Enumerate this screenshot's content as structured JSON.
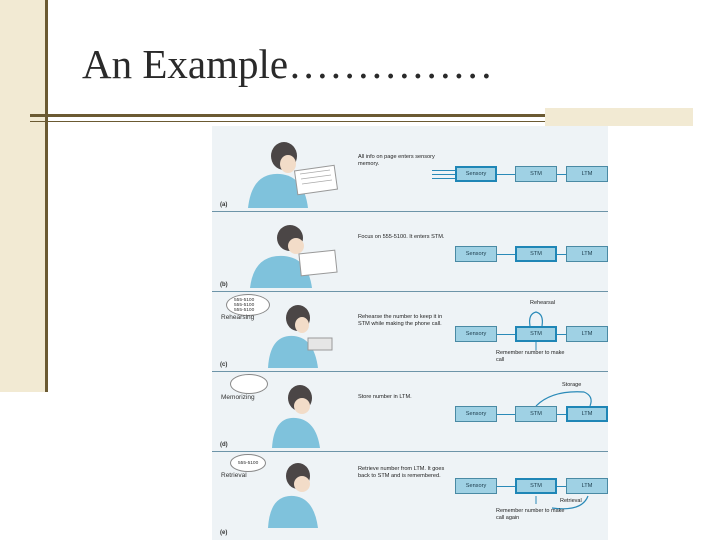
{
  "slide": {
    "title": "An Example……………"
  },
  "boxes": {
    "sensory": "Sensory",
    "stm": "STM",
    "ltm": "LTM"
  },
  "panels": [
    {
      "label": "(a)",
      "side": "",
      "digits": "",
      "description": "All info on page enters sensory memory.",
      "note": "",
      "note2": ""
    },
    {
      "label": "(b)",
      "side": "",
      "digits": "",
      "description": "Focus on 555-5100. It enters STM.",
      "note": "",
      "note2": ""
    },
    {
      "label": "(c)",
      "side": "Rehearsing",
      "digits": "555-5100\n555-5100\n555-5100",
      "description": "Rehearse the number to keep it in STM while making the phone call.",
      "note": "Rehearsal",
      "note2": "Remember number to make call"
    },
    {
      "label": "(d)",
      "side": "Memorizing",
      "digits": "",
      "description": "Store number in LTM.",
      "note": "Storage",
      "note2": ""
    },
    {
      "label": "(e)",
      "side": "Retrieval",
      "digits": "555-5100",
      "description": "Retrieve number from LTM. It goes back to STM and is remembered.",
      "note": "Retrieval",
      "note2": "Remember number to make call again"
    }
  ]
}
